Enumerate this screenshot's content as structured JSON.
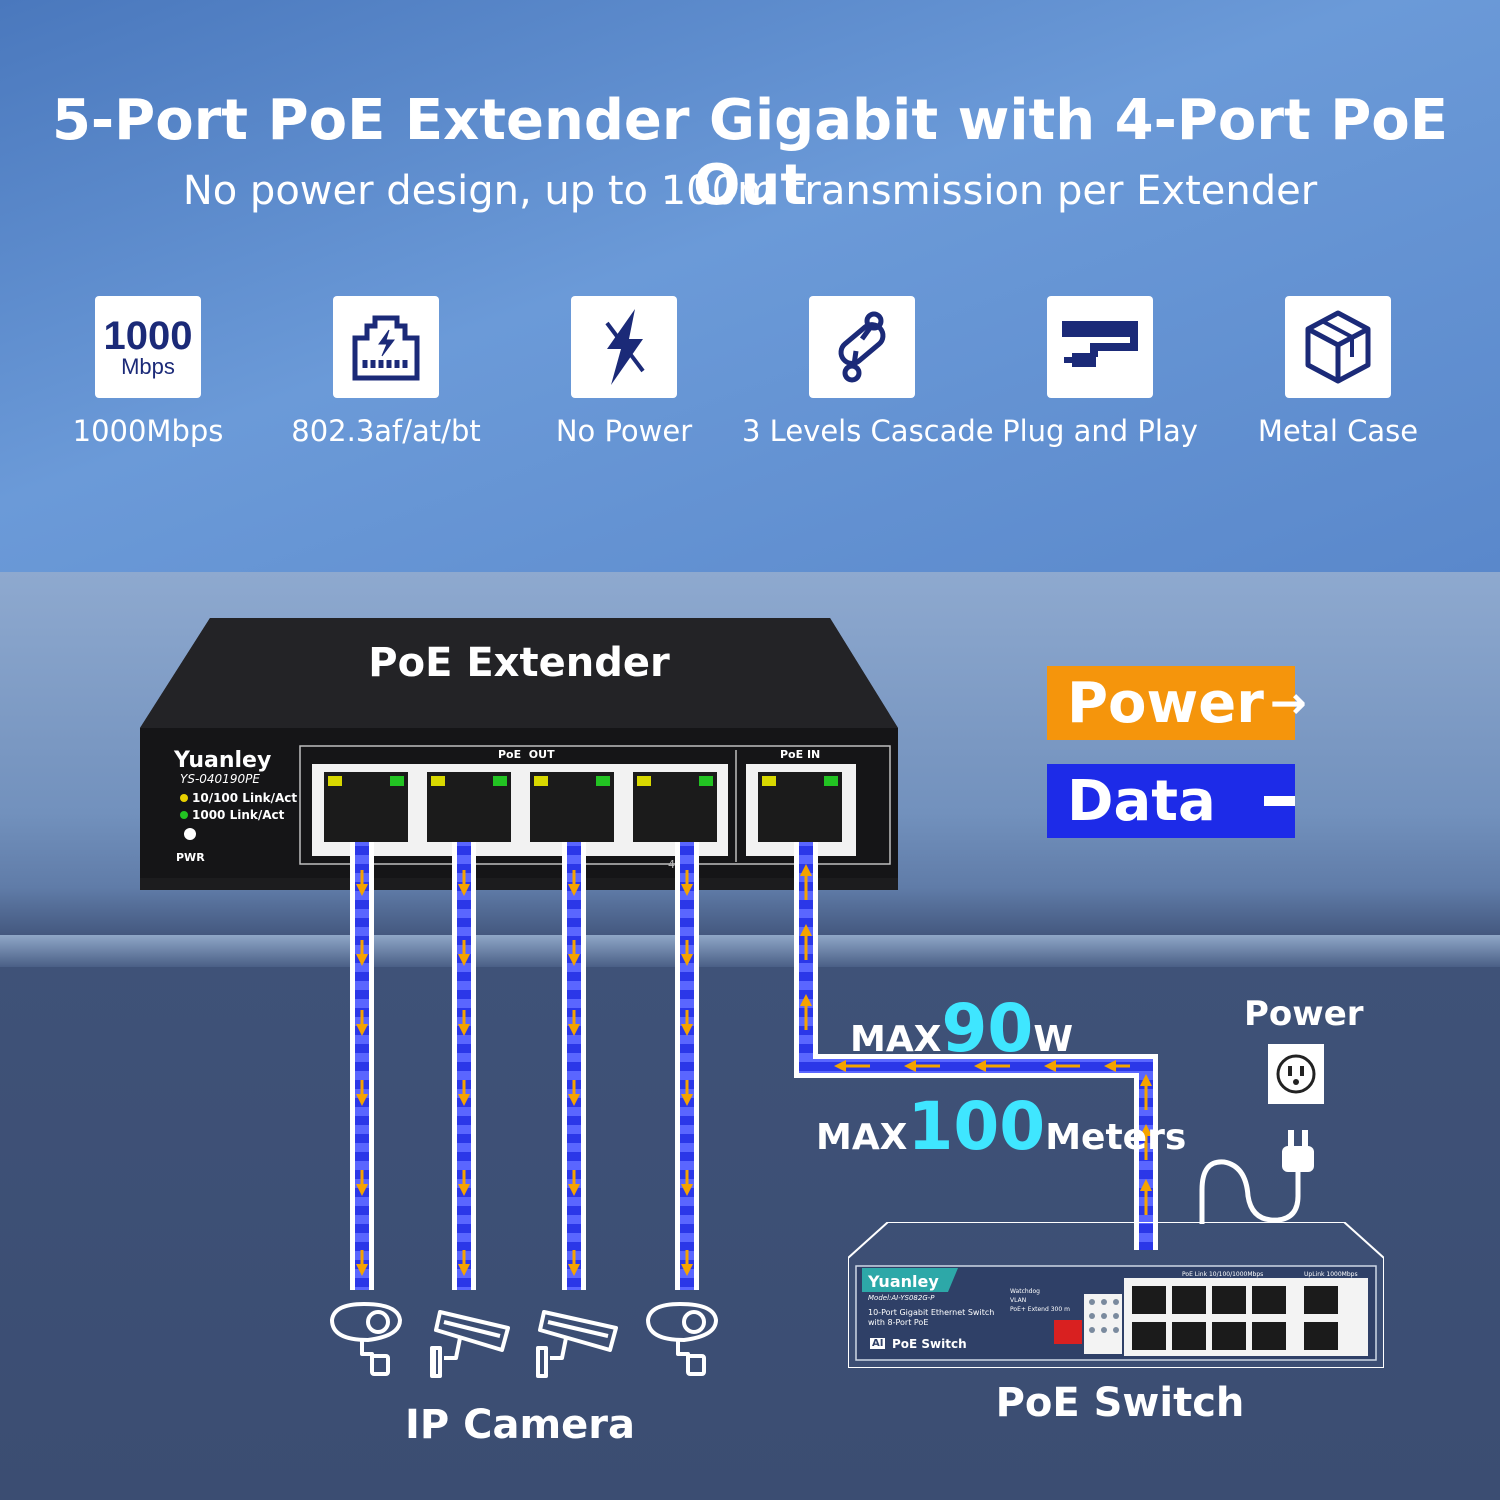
{
  "header": {
    "title": "5-Port PoE Extender Gigabit with 4-Port PoE Out",
    "subtitle": "No power design, up to 100m transmission per Extender"
  },
  "features": [
    {
      "icon": "speed-1000mbps-icon",
      "icon_text_top": "1000",
      "icon_text_bottom": "Mbps",
      "label": "1000Mbps"
    },
    {
      "icon": "ethernet-power-icon",
      "label": "802.3af/at/bt"
    },
    {
      "icon": "no-power-icon",
      "label": "No Power"
    },
    {
      "icon": "cascade-chain-icon",
      "label": "3 Levels Cascade"
    },
    {
      "icon": "plug-and-play-icon",
      "label": "Plug and Play"
    },
    {
      "icon": "metal-cube-icon",
      "label": "Metal Case"
    }
  ],
  "extender": {
    "title": "PoE Extender",
    "brand": "Yuanley",
    "model": "YS-040190PE",
    "led1": "10/100 Link/Act",
    "led2": "1000 Link/Act",
    "pwr": "PWR",
    "poe_out": "PoE  OUT",
    "poe_in": "PoE IN",
    "port_number": "4"
  },
  "legend": {
    "power": "Power",
    "data": "Data"
  },
  "stats": {
    "watt_prefix": "MAX",
    "watt_value": "90",
    "watt_unit": "W",
    "meter_prefix": "MAX",
    "meter_value": "100",
    "meter_unit": "Meters"
  },
  "power_label": "Power",
  "camera_label": "IP Camera",
  "switch": {
    "title": "PoE Switch",
    "brand": "Yuanley",
    "model": "Model:AI-YS082G-P",
    "desc1": "10-Port Gigabit Ethernet Switch",
    "desc2": "with 8-Port PoE",
    "ai": "AI",
    "badge": "PoE Switch",
    "watchdog": "Watchdog",
    "vlan": "VLAN",
    "extend": "PoE+ Extend 300 m",
    "poe_link": "PoE Link 10/100/1000Mbps",
    "uplink": "UpLink 1000Mbps"
  },
  "colors": {
    "power": "#f5950c",
    "data": "#1d2be8",
    "highlight": "#3fe6ff",
    "cable_blue": "#2b37e8",
    "cable_orange": "#f5a300"
  }
}
